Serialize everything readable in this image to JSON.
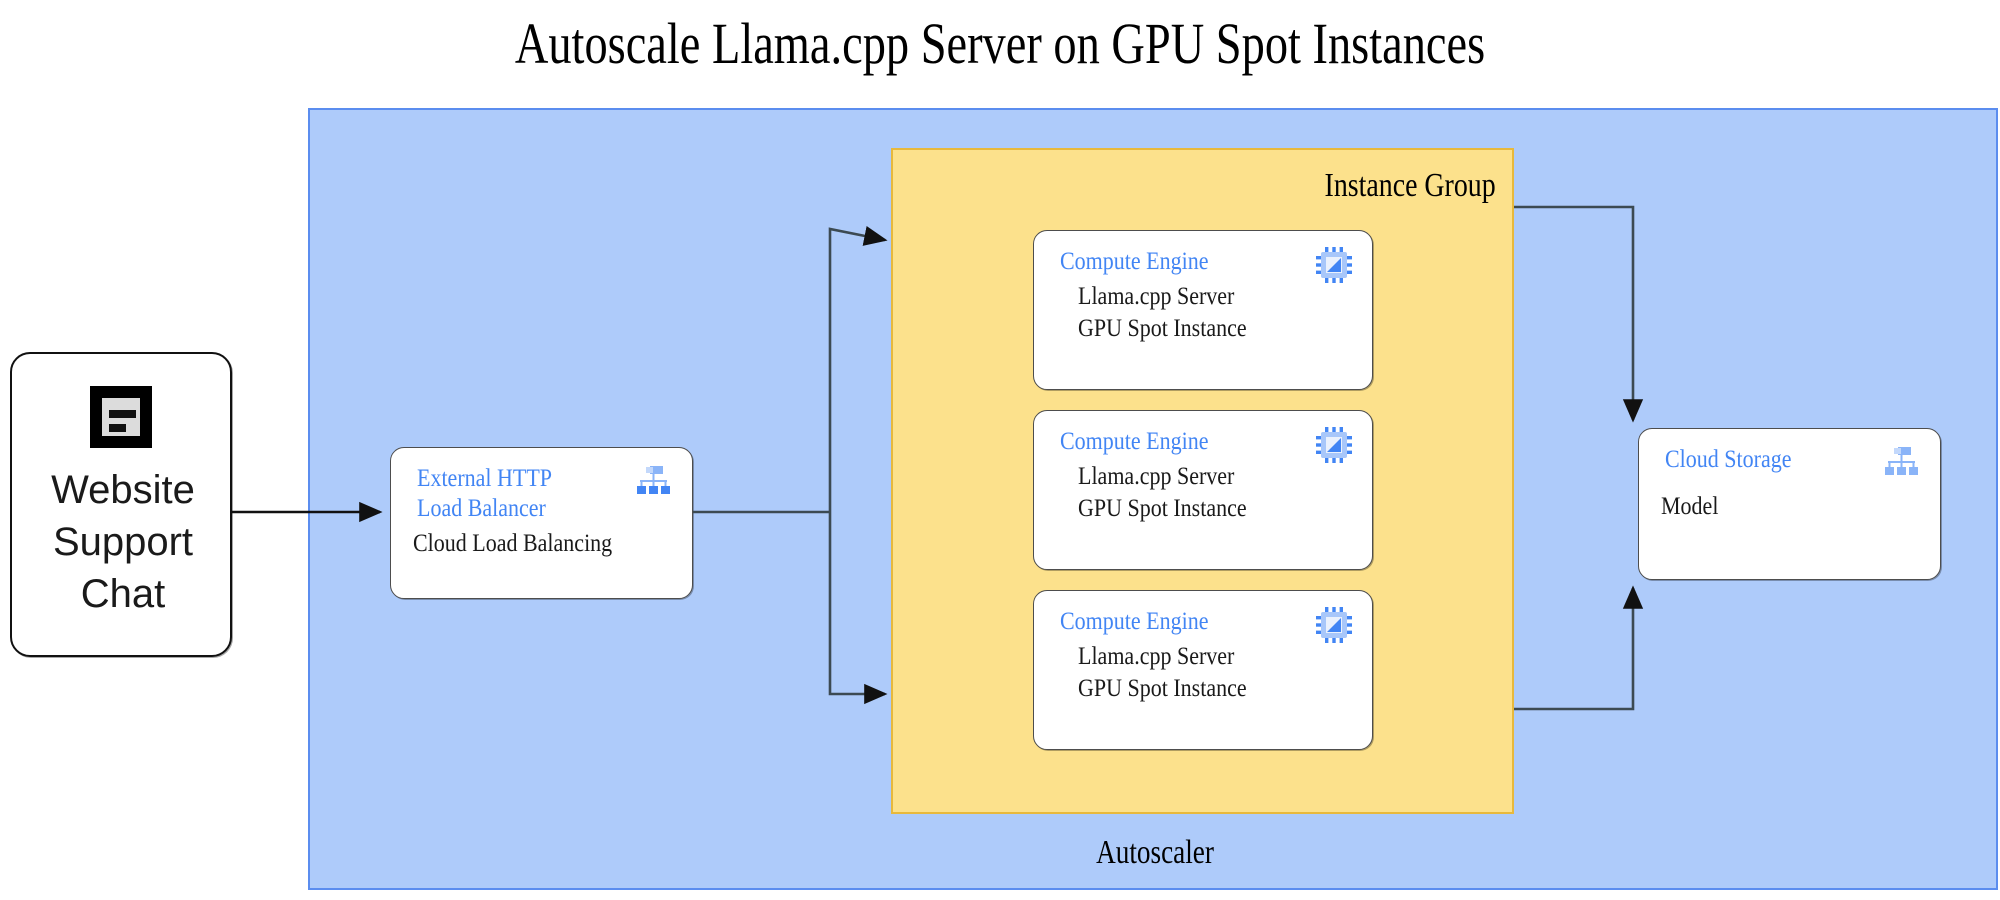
{
  "title": "Autoscale Llama.cpp Server on GPU Spot Instances",
  "regions": {
    "autoscaler": {
      "label": "Autoscaler",
      "fill": "#AECBFA",
      "border": "#5B8DEF"
    },
    "instance_group": {
      "label": "Instance Group",
      "fill": "#FCE18C",
      "border": "#E8B93C"
    }
  },
  "client": {
    "label": "Website\nSupport\nChat",
    "icon": "chat-article-icon"
  },
  "load_balancer": {
    "title": "External HTTP Load Balancer",
    "subtitle": "Cloud Load Balancing",
    "icon": "load-balancer-hierarchy-icon"
  },
  "compute_instances": [
    {
      "title": "Compute Engine",
      "subtitle": "Llama.cpp Server\nGPU Spot Instance",
      "icon": "cpu-chip-icon"
    },
    {
      "title": "Compute Engine",
      "subtitle": "Llama.cpp Server\nGPU Spot Instance",
      "icon": "cpu-chip-icon"
    },
    {
      "title": "Compute Engine",
      "subtitle": "Llama.cpp Server\nGPU Spot Instance",
      "icon": "cpu-chip-icon"
    }
  ],
  "storage": {
    "title": "Cloud Storage",
    "subtitle": "Model",
    "icon": "storage-hierarchy-icon"
  },
  "colors": {
    "gcp_blue": "#4285F4",
    "icon_blue_light": "#8AB4F8",
    "connector": "#3c4a52",
    "text_dark": "#1a1a1a"
  }
}
